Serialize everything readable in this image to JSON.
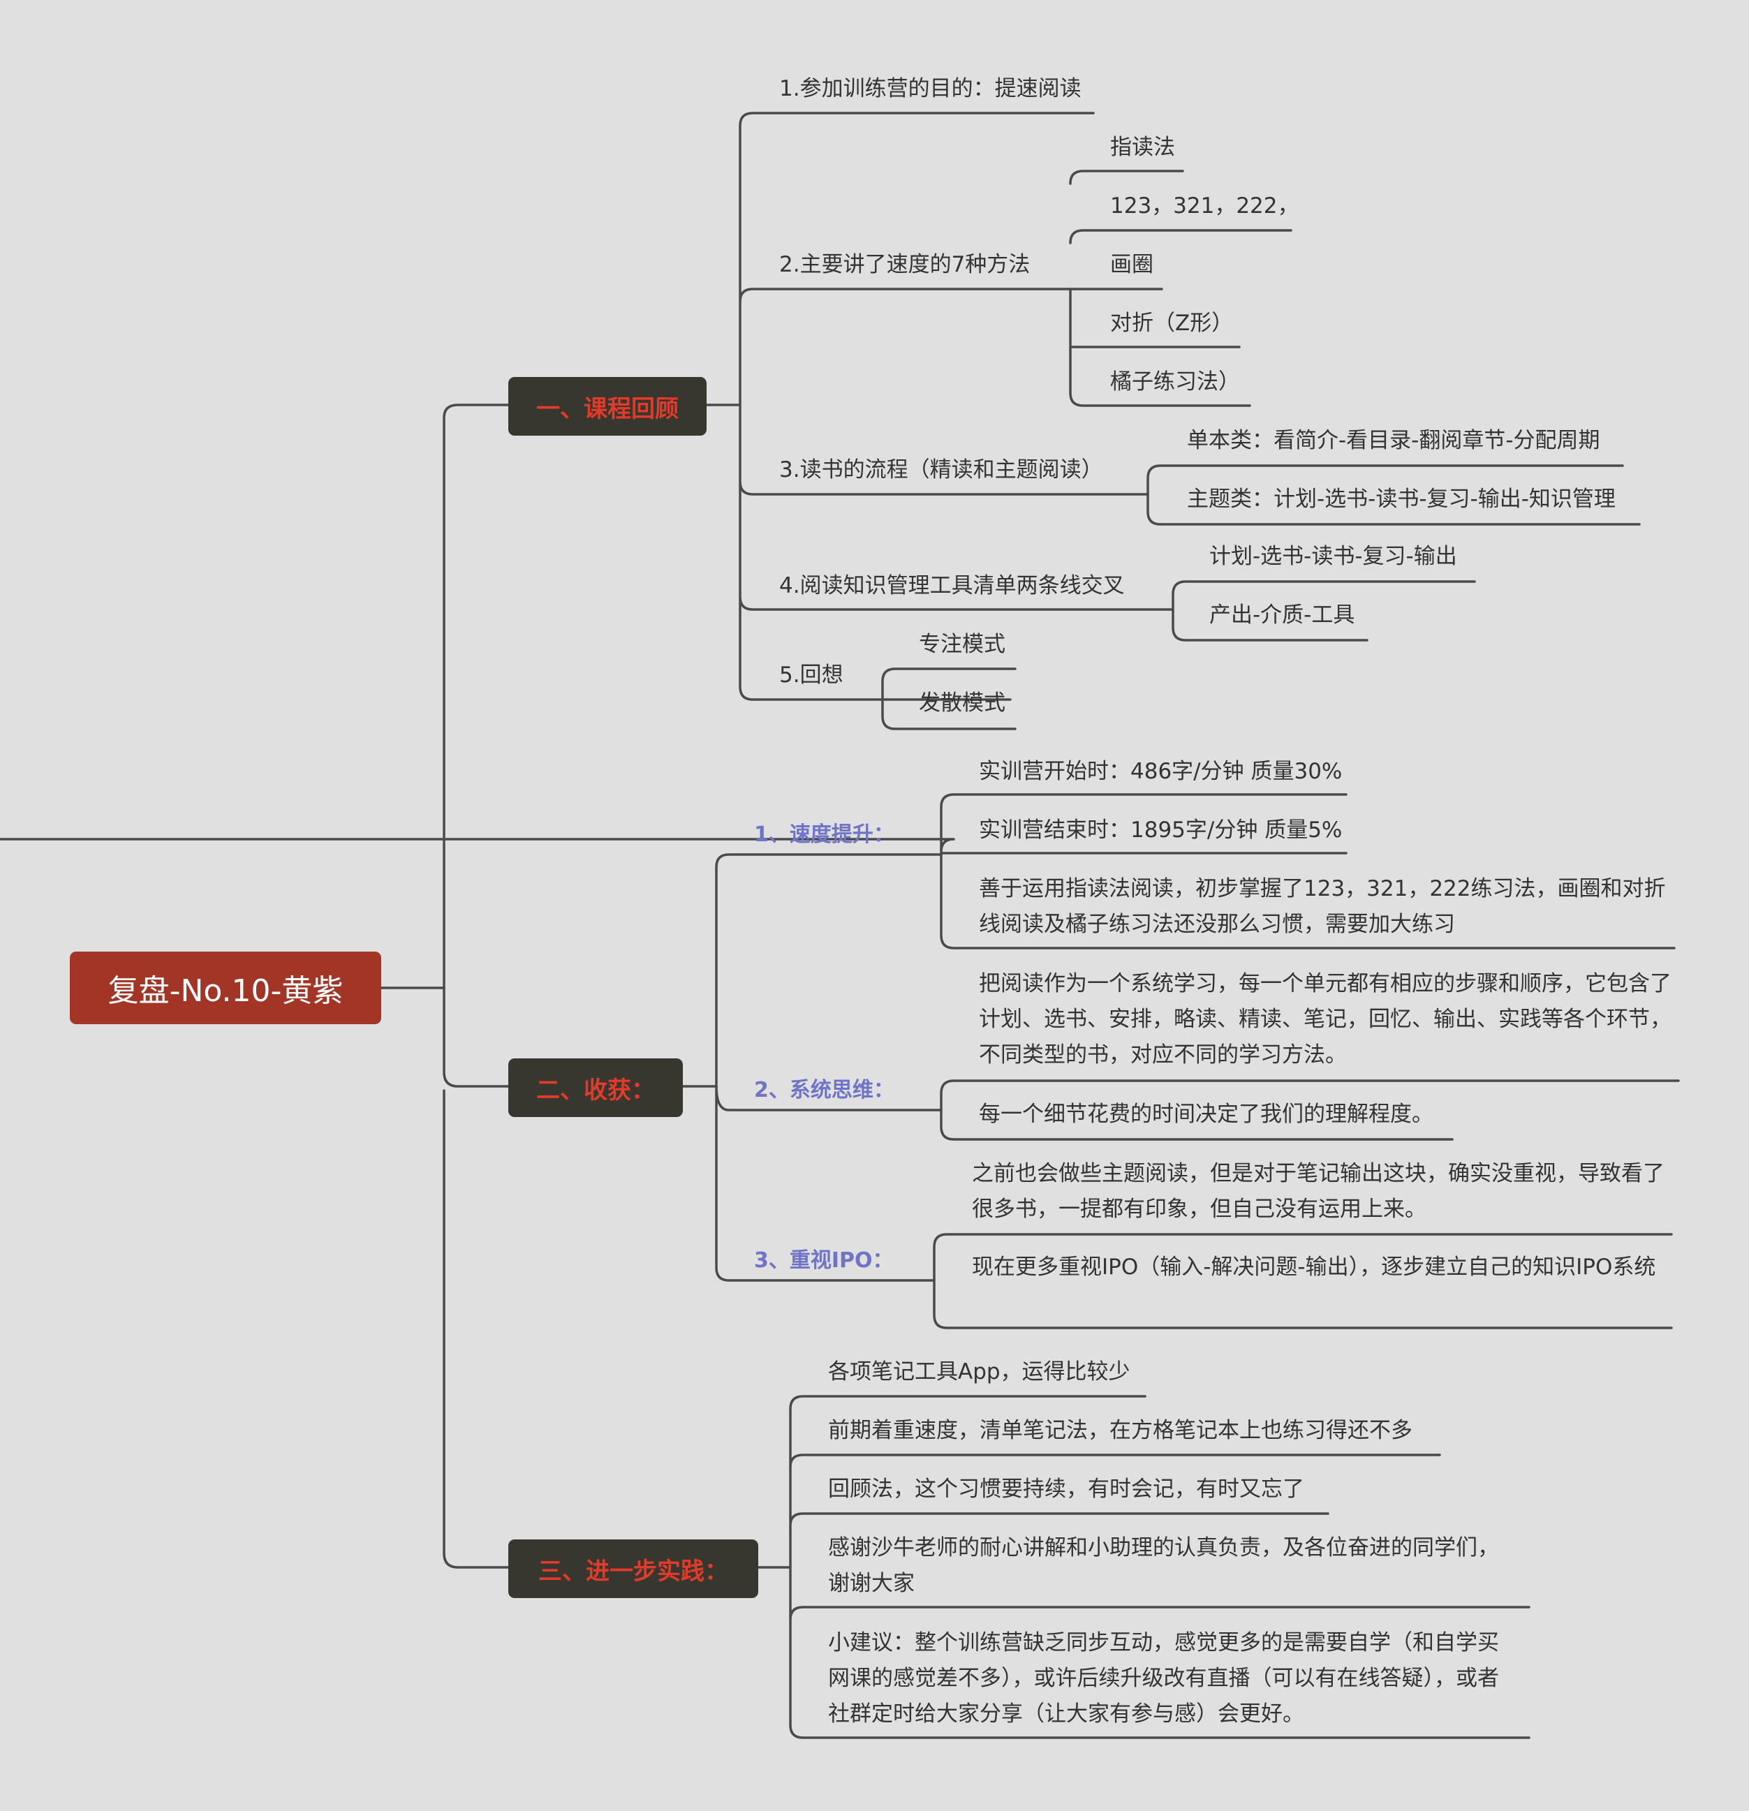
{
  "root": {
    "label": "复盘-No.10-黄紫"
  },
  "branch1": {
    "label": "一、课程回顾",
    "items": [
      {
        "label": "1.参加训练营的目的：提速阅读"
      },
      {
        "label": "2.主要讲了速度的7种方法",
        "children": [
          "指读法",
          "123，321，222，",
          "画圈",
          "对折（Z形）",
          "橘子练习法）"
        ]
      },
      {
        "label": "3.读书的流程（精读和主题阅读）",
        "children": [
          "单本类：看简介-看目录-翻阅章节-分配周期",
          "主题类：计划-选书-读书-复习-输出-知识管理"
        ]
      },
      {
        "label": "4.阅读知识管理工具清单两条线交叉",
        "children": [
          "计划-选书-读书-复习-输出",
          "产出-介质-工具"
        ]
      },
      {
        "label": "5.回想",
        "children": [
          "专注模式",
          "发散模式"
        ]
      }
    ]
  },
  "branch2": {
    "label": "二、收获：",
    "items": [
      {
        "label": "1、速度提升：",
        "children": [
          "实训营开始时：486字/分钟 质量30%",
          "实训营结束时：1895字/分钟 质量5%",
          "善于运用指读法阅读，初步掌握了123，321，222练习法，画圈和对折线阅读及橘子练习法还没那么习惯，需要加大练习"
        ]
      },
      {
        "label": "2、系统思维：",
        "children": [
          "把阅读作为一个系统学习，每一个单元都有相应的步骤和顺序，它包含了计划、选书、安排，略读、精读、笔记，回忆、输出、实践等各个环节，不同类型的书，对应不同的学习方法。",
          "每一个细节花费的时间决定了我们的理解程度。"
        ]
      },
      {
        "label": "3、重视IPO：",
        "children": [
          "之前也会做些主题阅读，但是对于笔记输出这块，确实没重视，导致看了很多书，一提都有印象，但自己没有运用上来。",
          "现在更多重视IPO（输入-解决问题-输出），逐步建立自己的知识IPO系统"
        ]
      }
    ]
  },
  "branch3": {
    "label": "三、进一步实践：",
    "items": [
      "各项笔记工具App，运得比较少",
      "前期着重速度，清单笔记法，在方格笔记本上也练习得还不多",
      "回顾法，这个习惯要持续，有时会记，有时又忘了",
      "感谢沙牛老师的耐心讲解和小助理的认真负责，及各位奋进的同学们，谢谢大家",
      "小建议：整个训练营缺乏同步互动，感觉更多的是需要自学（和自学买网课的感觉差不多），或许后续升级改有直播（可以有在线答疑），或者社群定时给大家分享（让大家有参与感）会更好。"
    ]
  },
  "colors": {
    "background": "#e0e0e0",
    "root_fill": "#a33527",
    "branch_fill": "#37362f",
    "branch_text": "#e33a2a",
    "sub_text": "#7074c7",
    "line": "#4a4a4a"
  }
}
